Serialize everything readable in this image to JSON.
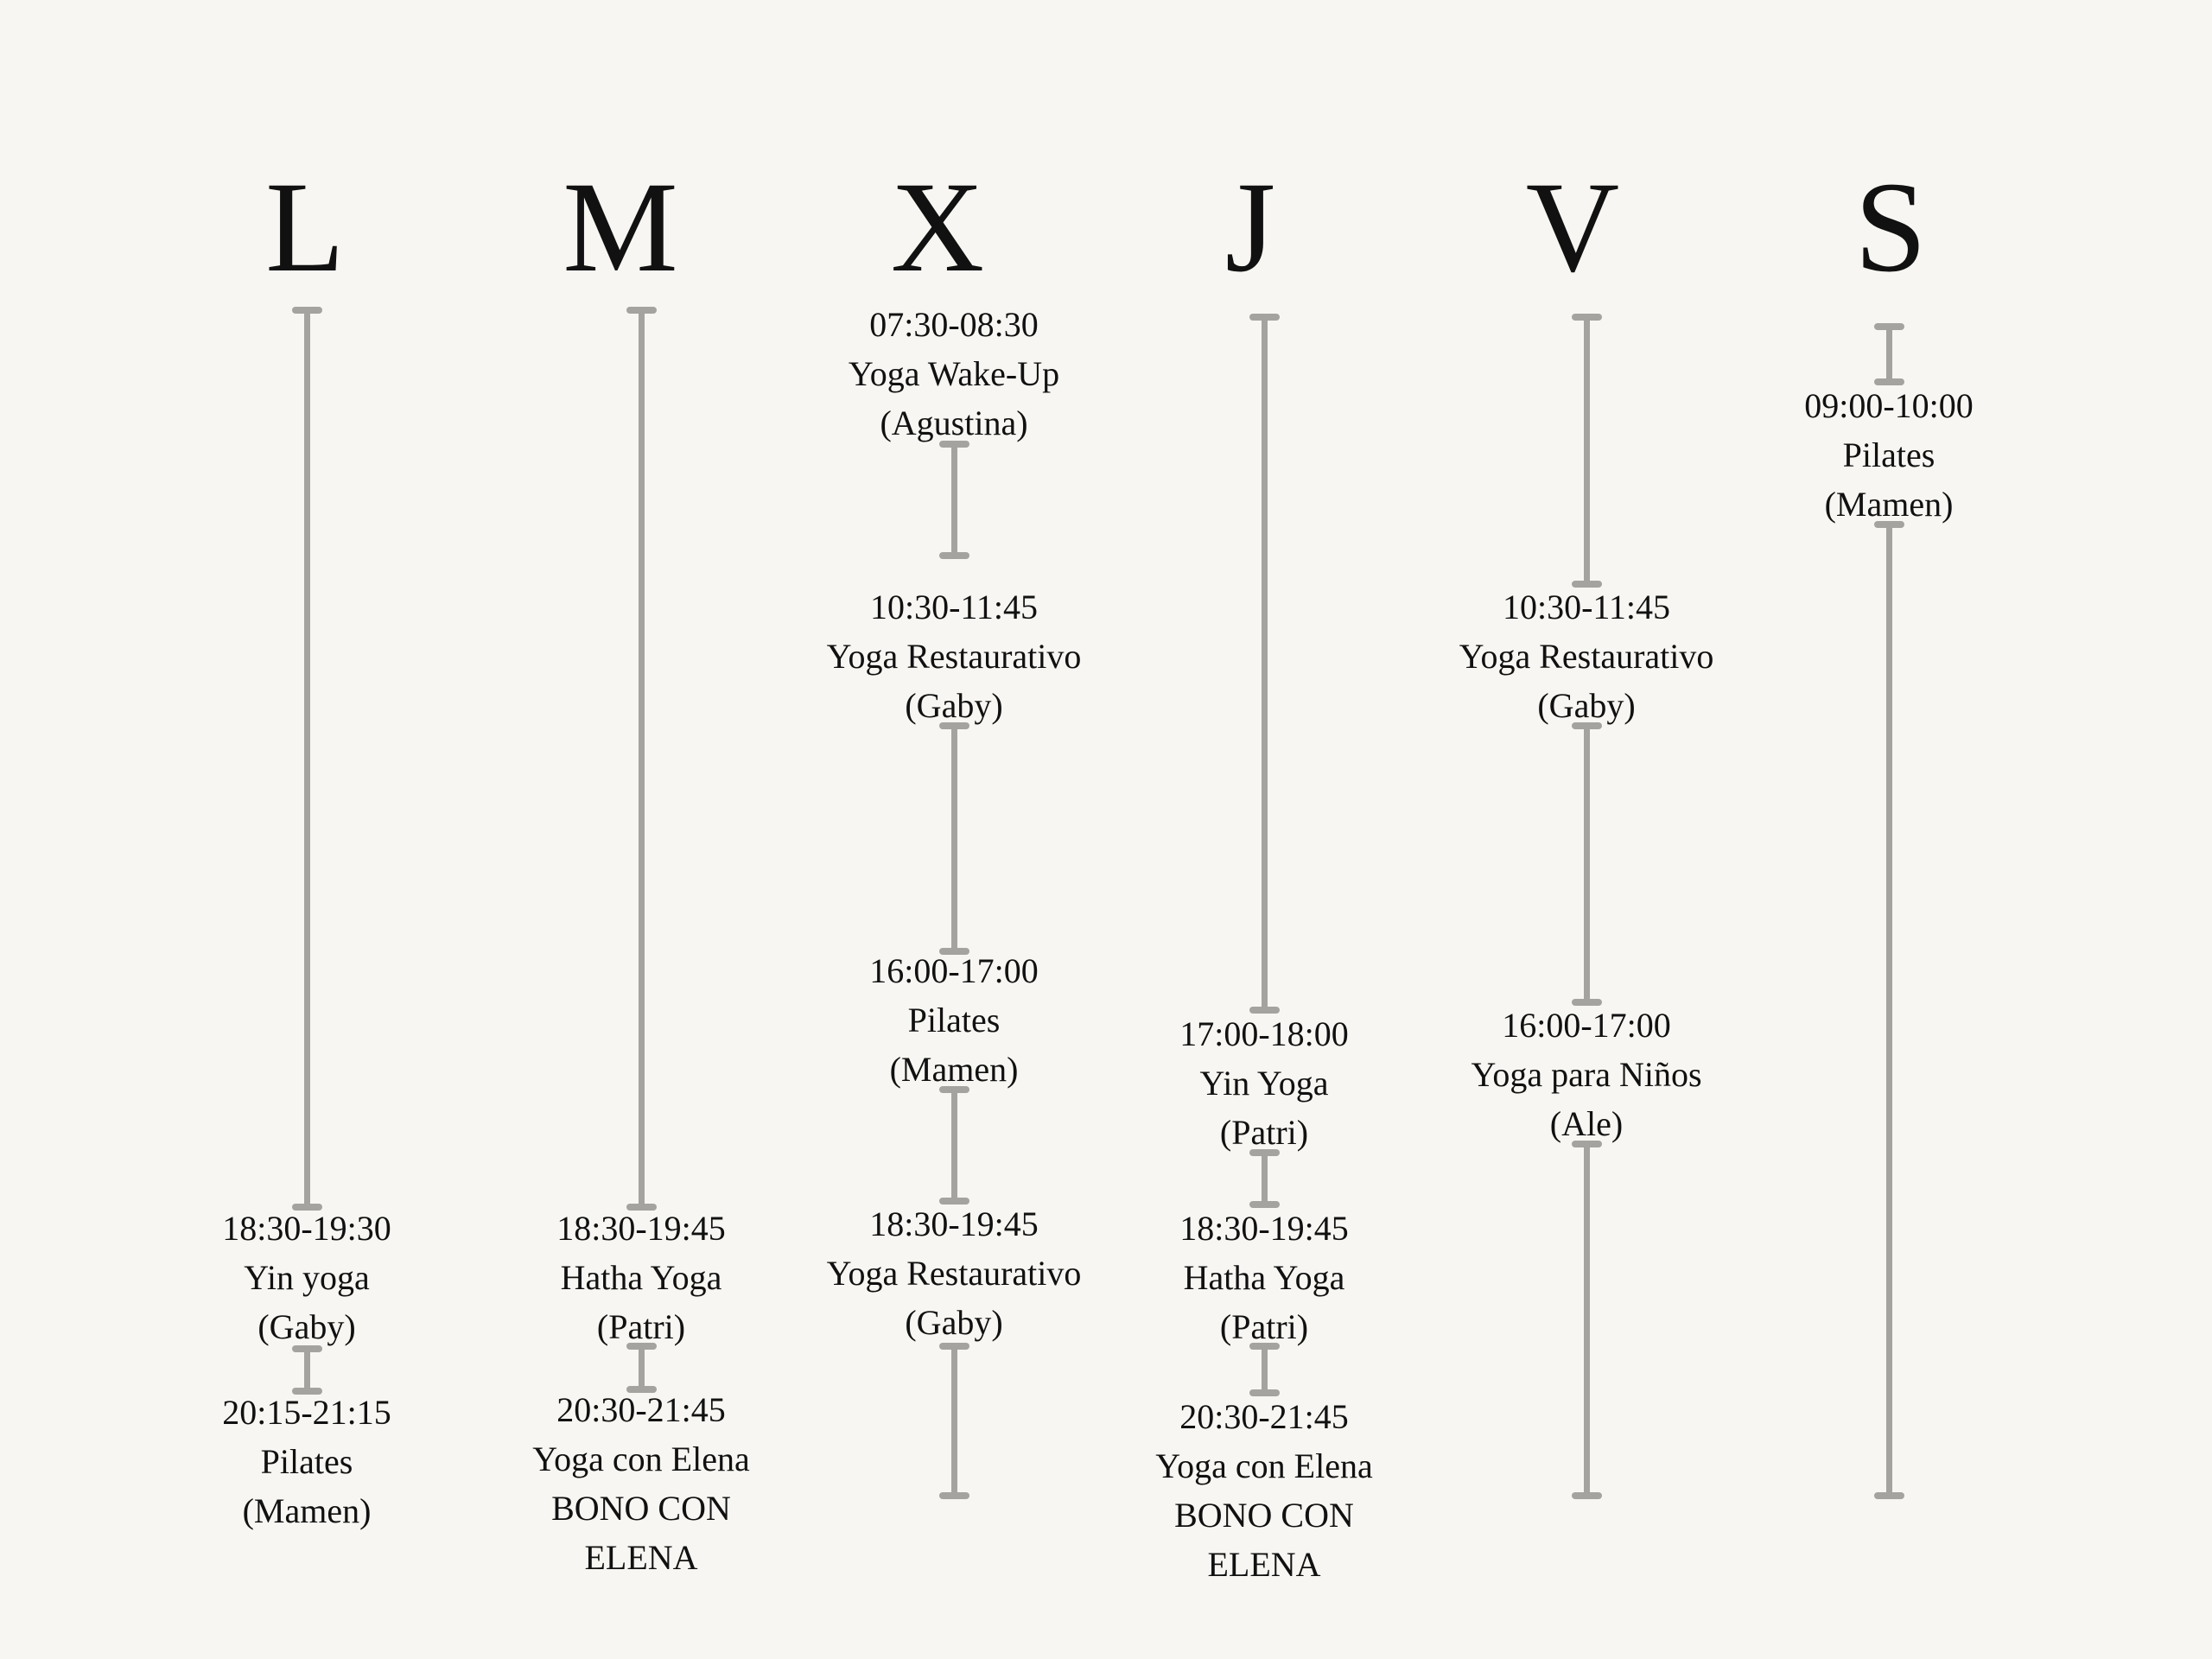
{
  "days": [
    {
      "letter": "L"
    },
    {
      "letter": "M"
    },
    {
      "letter": "X"
    },
    {
      "letter": "J"
    },
    {
      "letter": "V"
    },
    {
      "letter": "S"
    }
  ],
  "sessions": {
    "l1": {
      "time": "18:30-19:30",
      "class": "Yin yoga",
      "teacher": "(Gaby)"
    },
    "l2": {
      "time": "20:15-21:15",
      "class": "Pilates",
      "teacher": "(Mamen)"
    },
    "m1": {
      "time": "18:30-19:45",
      "class": "Hatha Yoga",
      "teacher": "(Patri)"
    },
    "m2": {
      "time": "20:30-21:45",
      "class": "Yoga con Elena",
      "note1": "BONO CON",
      "note2": "ELENA"
    },
    "x1": {
      "time": "07:30-08:30",
      "class": "Yoga Wake-Up",
      "teacher": "(Agustina)"
    },
    "x2": {
      "time": "10:30-11:45",
      "class": "Yoga Restaurativo",
      "teacher": "(Gaby)"
    },
    "x3": {
      "time": "16:00-17:00",
      "class": "Pilates",
      "teacher": "(Mamen)"
    },
    "x4": {
      "time": "18:30-19:45",
      "class": "Yoga Restaurativo",
      "teacher": "(Gaby)"
    },
    "j1": {
      "time": "17:00-18:00",
      "class": "Yin Yoga",
      "teacher": "(Patri)"
    },
    "j2": {
      "time": "18:30-19:45",
      "class": "Hatha Yoga",
      "teacher": "(Patri)"
    },
    "j3": {
      "time": "20:30-21:45",
      "class": "Yoga con Elena",
      "note1": "BONO CON",
      "note2": "ELENA"
    },
    "v1": {
      "time": "10:30-11:45",
      "class": "Yoga Restaurativo",
      "teacher": "(Gaby)"
    },
    "v2": {
      "time": "16:00-17:00",
      "class": "Yoga para Niños",
      "teacher": "(Ale)"
    },
    "s1": {
      "time": "09:00-10:00",
      "class": "Pilates",
      "teacher": "(Mamen)"
    }
  }
}
